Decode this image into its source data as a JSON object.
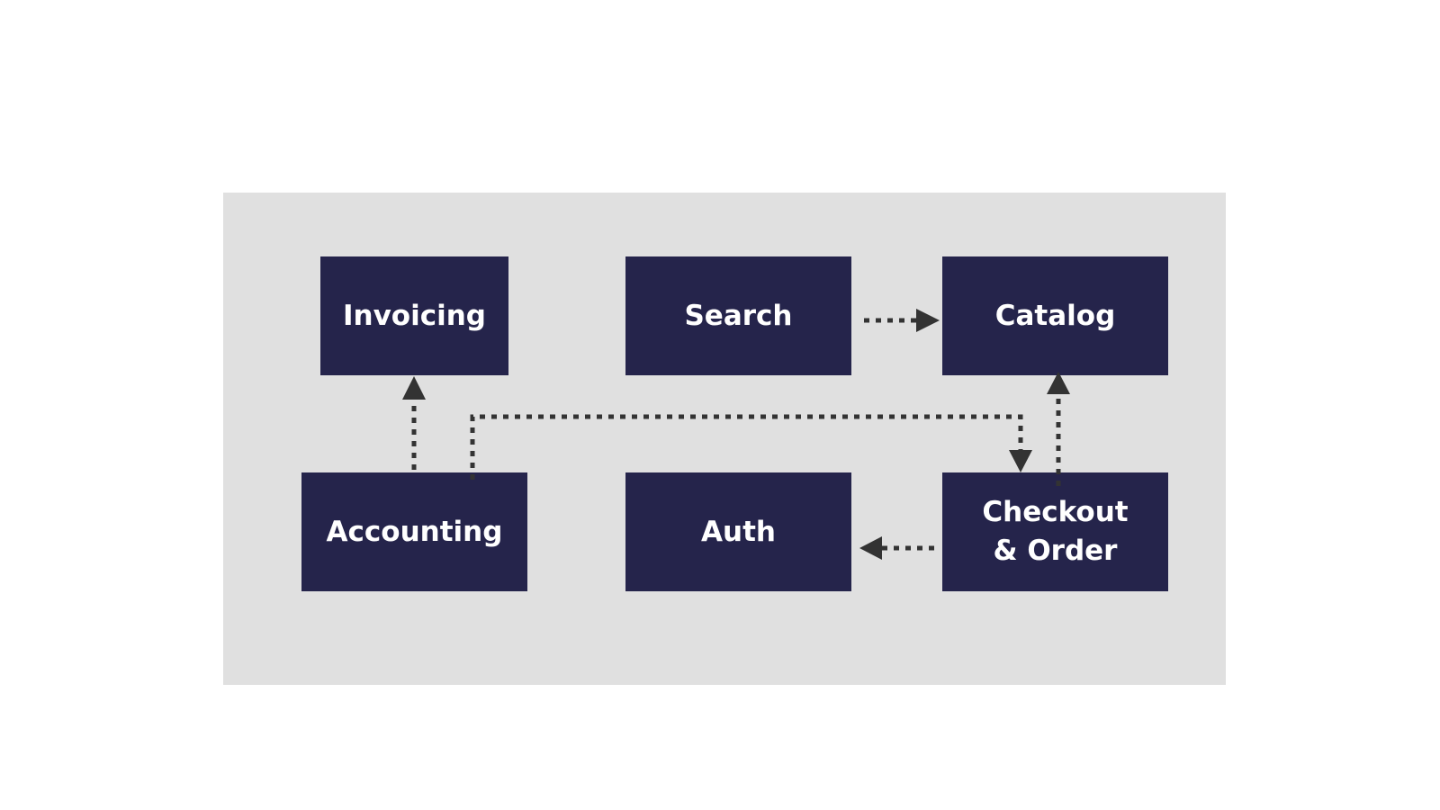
{
  "diagram": {
    "nodes": [
      {
        "id": "invoicing",
        "label": "Invoicing"
      },
      {
        "id": "search",
        "label": "Search"
      },
      {
        "id": "catalog",
        "label": "Catalog"
      },
      {
        "id": "accounting",
        "label": "Accounting"
      },
      {
        "id": "auth",
        "label": "Auth"
      },
      {
        "id": "checkout",
        "label": "Checkout & Order"
      }
    ],
    "edges": [
      {
        "from": "search",
        "to": "catalog",
        "style": "dotted"
      },
      {
        "from": "accounting",
        "to": "invoicing",
        "style": "dotted"
      },
      {
        "from": "accounting",
        "to": "checkout",
        "style": "dotted"
      },
      {
        "from": "checkout",
        "to": "catalog",
        "style": "dotted"
      },
      {
        "from": "checkout",
        "to": "auth",
        "style": "dotted"
      }
    ]
  },
  "colors": {
    "panel_background": "#e0e0e0",
    "node_fill": "#25244b",
    "node_text": "#ffffff",
    "edge": "#333333"
  }
}
